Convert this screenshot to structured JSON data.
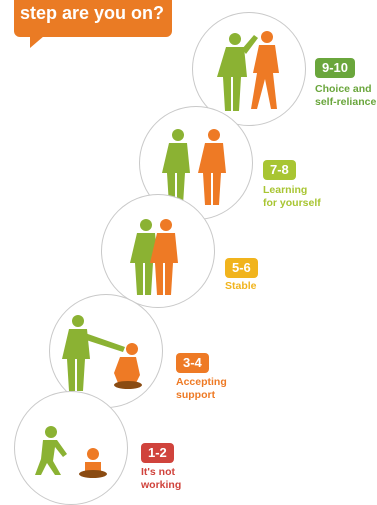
{
  "header": {
    "text": "step are you on?"
  },
  "steps": [
    {
      "range": "9-10",
      "label_line1": "Choice and",
      "label_line2": "self-reliance",
      "color": "#6aa63c"
    },
    {
      "range": "7-8",
      "label_line1": "Learning",
      "label_line2": "for yourself",
      "color": "#a8c532"
    },
    {
      "range": "5-6",
      "label_line1": "Stable",
      "label_line2": "",
      "color": "#f1b41d"
    },
    {
      "range": "3-4",
      "label_line1": "Accepting",
      "label_line2": "support",
      "color": "#ee7a25"
    },
    {
      "range": "1-2",
      "label_line1": "It's not",
      "label_line2": "working",
      "color": "#d0433c"
    }
  ],
  "colors": {
    "green_figure": "#8bb233",
    "orange_figure": "#ee7a25"
  }
}
